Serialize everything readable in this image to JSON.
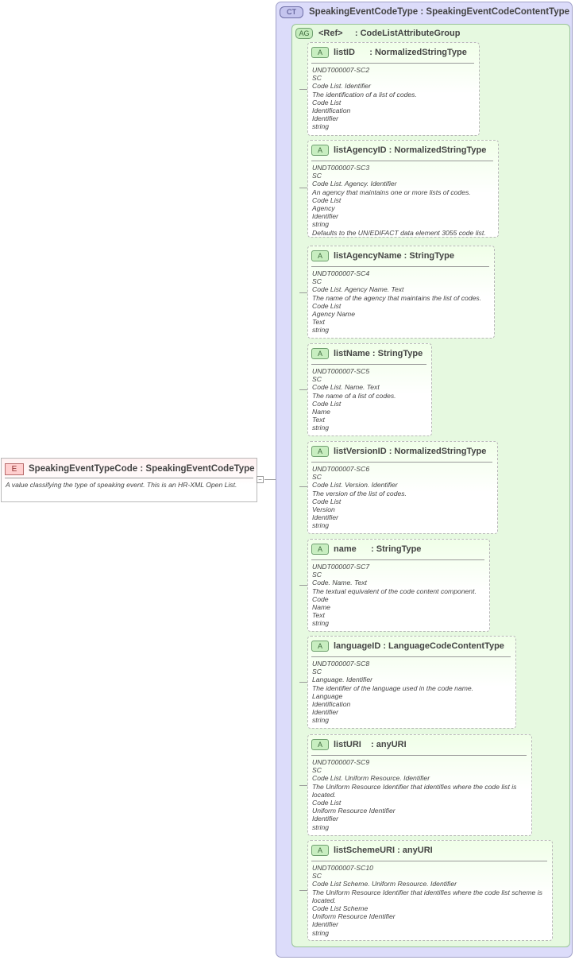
{
  "element": {
    "badge": "E",
    "title": "SpeakingEventTypeCode : SpeakingEventCodeType",
    "doc": "A value classifying the type of speaking event. This is an HR-XML Open List.",
    "collapse_symbol": "−"
  },
  "complex_type": {
    "badge": "CT",
    "title": "SpeakingEventCodeType : SpeakingEventCodeContentType"
  },
  "attribute_group": {
    "badge": "AG",
    "title": "<Ref>     : CodeListAttributeGroup"
  },
  "attributes": [
    {
      "badge": "A",
      "title": "listID      : NormalizedStringType",
      "lines": [
        "UNDT000007-SC2",
        "SC",
        "Code List. Identifier",
        "The identification of a list of codes.",
        "Code List",
        "Identification",
        "Identifier",
        "string"
      ]
    },
    {
      "badge": "A",
      "title": "listAgencyID : NormalizedStringType",
      "lines": [
        "UNDT000007-SC3",
        "SC",
        "Code List. Agency. Identifier",
        "An agency that maintains one or more lists of codes.",
        "Code List",
        "Agency",
        "Identifier",
        "string",
        "Defaults to the UN/EDIFACT data element 3055 code list."
      ]
    },
    {
      "badge": "A",
      "title": "listAgencyName : StringType",
      "lines": [
        "UNDT000007-SC4",
        "SC",
        "Code List. Agency Name. Text",
        "The name of the agency that maintains the list of codes.",
        "Code List",
        "Agency Name",
        "Text",
        "string"
      ]
    },
    {
      "badge": "A",
      "title": "listName : StringType",
      "lines": [
        "UNDT000007-SC5",
        "SC",
        "Code List. Name. Text",
        "The name of a list of codes.",
        "Code List",
        "Name",
        "Text",
        "string"
      ]
    },
    {
      "badge": "A",
      "title": "listVersionID : NormalizedStringType",
      "lines": [
        "UNDT000007-SC6",
        "SC",
        "Code List. Version. Identifier",
        "The version of the list of codes.",
        "Code List",
        "Version",
        "Identifier",
        "string"
      ]
    },
    {
      "badge": "A",
      "title": "name      : StringType",
      "lines": [
        "UNDT000007-SC7",
        "SC",
        "Code. Name. Text",
        "The textual equivalent of the code content component.",
        "Code",
        "Name",
        "Text",
        "string"
      ]
    },
    {
      "badge": "A",
      "title": "languageID : LanguageCodeContentType",
      "lines": [
        "UNDT000007-SC8",
        "SC",
        "Language. Identifier",
        "The identifier of the language used in the code name.",
        "Language",
        "Identification",
        "Identifier",
        "string"
      ]
    },
    {
      "badge": "A",
      "title": "listURI    : anyURI",
      "lines": [
        "UNDT000007-SC9",
        "SC",
        "Code List. Uniform Resource. Identifier",
        "The Uniform Resource Identifier that identifies where the code list is located.",
        "Code List",
        "Uniform Resource Identifier",
        "Identifier",
        "string"
      ]
    },
    {
      "badge": "A",
      "title": "listSchemeURI : anyURI",
      "lines": [
        "UNDT000007-SC10",
        "SC",
        "Code List Scheme. Uniform Resource. Identifier",
        "The Uniform Resource Identifier that identifies where the code list scheme is located.",
        "Code List Scheme",
        "Uniform Resource Identifier",
        "Identifier",
        "string"
      ]
    }
  ]
}
